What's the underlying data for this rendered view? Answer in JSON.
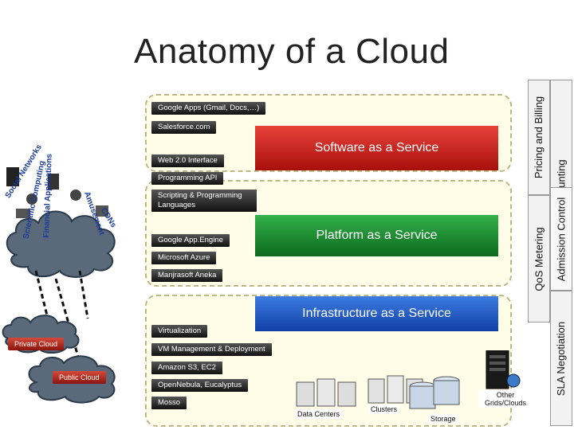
{
  "title": "Anatomy of a Cloud",
  "layers": {
    "saas": {
      "label": "Software as a Service",
      "items": [
        "Google Apps (Gmail, Docs,…)",
        "Salesforce.com",
        "Web 2.0 Interface",
        "Programming API"
      ]
    },
    "paas": {
      "label": "Platform as a Service",
      "items": [
        "Scripting & Programming Languages",
        "Google App.Engine",
        "Microsoft Azure",
        "Manjrasoft Aneka"
      ]
    },
    "iaas": {
      "label": "Infrastructure as a Service",
      "items": [
        "Virtualization",
        "VM Management & Deployment",
        "Amazon S3, EC2",
        "OpenNebula, Eucalyptus",
        "Mosso"
      ]
    }
  },
  "right_bars": {
    "accounting": "Accounting",
    "pricing": "Pricing and Billing",
    "admission": "Admission Control",
    "qos": "QoS Metering",
    "sla": "SLA Negotiation"
  },
  "applications": [
    "Social Networks",
    "Scientific Computing",
    "Financial Applications",
    "Amusement",
    "CDNs"
  ],
  "clouds": {
    "private": "Private Cloud",
    "public": "Public Cloud"
  },
  "infrastructure": {
    "data_centers": "Data Centers",
    "clusters": "Clusters",
    "storage": "Storage",
    "other": "Other Grids/Clouds"
  },
  "colors": {
    "saas": "#c8201a",
    "paas": "#1d8a34",
    "iaas": "#2a5cc4",
    "items": "#222222"
  }
}
